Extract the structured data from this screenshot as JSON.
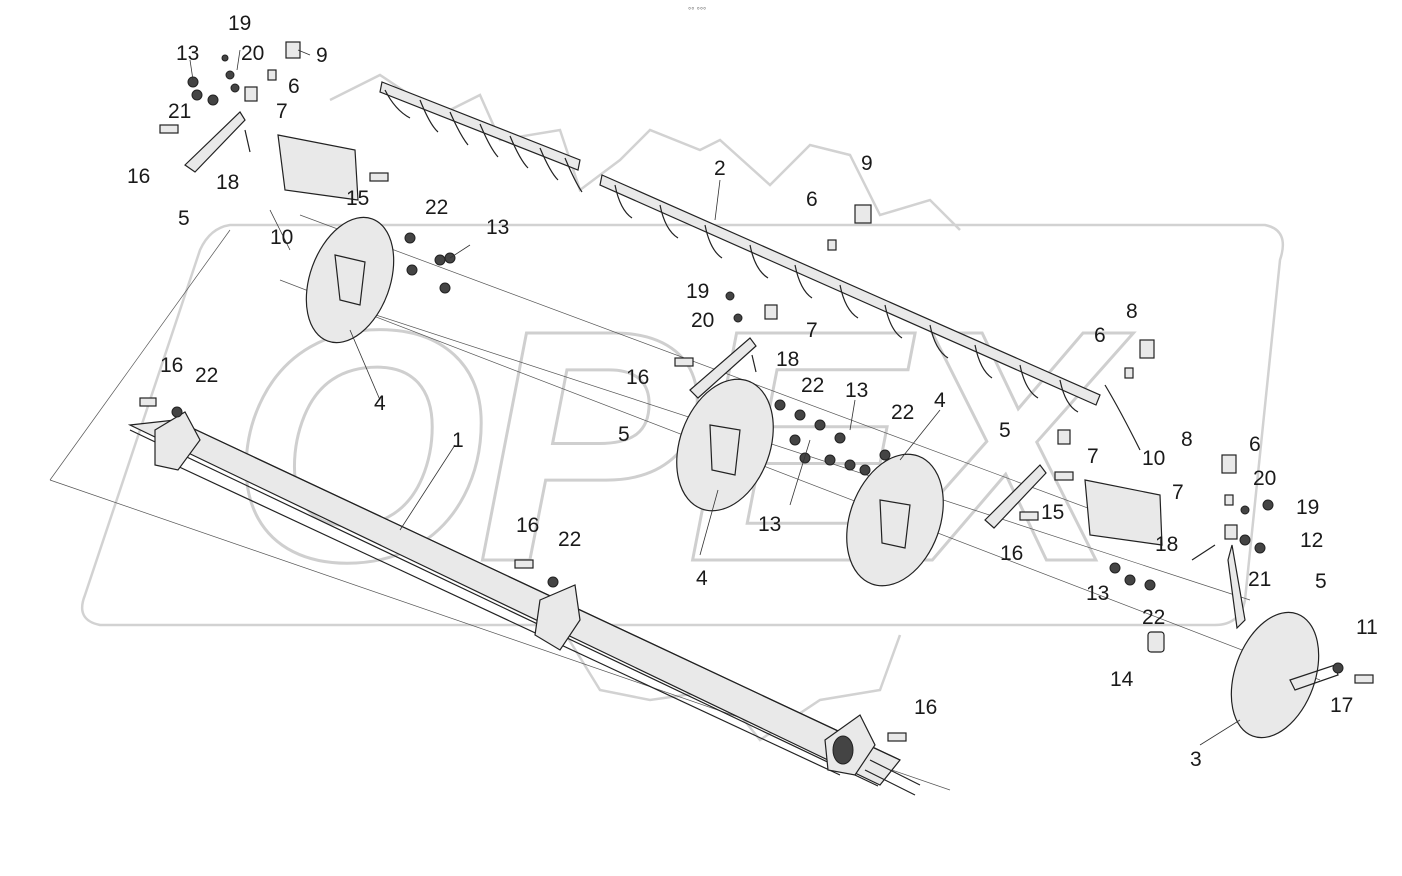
{
  "header_mark": "°° °°°",
  "watermark": "OPEX",
  "callouts": [
    {
      "id": "c1",
      "text": "19"
    },
    {
      "id": "c2",
      "text": "13"
    },
    {
      "id": "c3",
      "text": "20"
    },
    {
      "id": "c4",
      "text": "9"
    },
    {
      "id": "c5",
      "text": "6"
    },
    {
      "id": "c6",
      "text": "21"
    },
    {
      "id": "c7",
      "text": "7"
    },
    {
      "id": "c8",
      "text": "16"
    },
    {
      "id": "c9",
      "text": "18"
    },
    {
      "id": "c10",
      "text": "5"
    },
    {
      "id": "c11",
      "text": "15"
    },
    {
      "id": "c12",
      "text": "10"
    },
    {
      "id": "c13",
      "text": "22"
    },
    {
      "id": "c14",
      "text": "13"
    },
    {
      "id": "c15",
      "text": "2"
    },
    {
      "id": "c16",
      "text": "9"
    },
    {
      "id": "c17",
      "text": "6"
    },
    {
      "id": "c18",
      "text": "4"
    },
    {
      "id": "c19",
      "text": "16"
    },
    {
      "id": "c20",
      "text": "22"
    },
    {
      "id": "c21",
      "text": "1"
    },
    {
      "id": "c22",
      "text": "19"
    },
    {
      "id": "c23",
      "text": "20"
    },
    {
      "id": "c24",
      "text": "7"
    },
    {
      "id": "c25",
      "text": "18"
    },
    {
      "id": "c26",
      "text": "16"
    },
    {
      "id": "c27",
      "text": "5"
    },
    {
      "id": "c28",
      "text": "22"
    },
    {
      "id": "c29",
      "text": "13"
    },
    {
      "id": "c30",
      "text": "22"
    },
    {
      "id": "c31",
      "text": "4"
    },
    {
      "id": "c32",
      "text": "8"
    },
    {
      "id": "c33",
      "text": "6"
    },
    {
      "id": "c34",
      "text": "5"
    },
    {
      "id": "c35",
      "text": "7"
    },
    {
      "id": "c36",
      "text": "10"
    },
    {
      "id": "c37",
      "text": "13"
    },
    {
      "id": "c38",
      "text": "4"
    },
    {
      "id": "c39",
      "text": "16"
    },
    {
      "id": "c40",
      "text": "22"
    },
    {
      "id": "c41",
      "text": "15"
    },
    {
      "id": "c42",
      "text": "16"
    },
    {
      "id": "c43",
      "text": "8"
    },
    {
      "id": "c44",
      "text": "6"
    },
    {
      "id": "c45",
      "text": "7"
    },
    {
      "id": "c46",
      "text": "20"
    },
    {
      "id": "c47",
      "text": "19"
    },
    {
      "id": "c48",
      "text": "18"
    },
    {
      "id": "c49",
      "text": "12"
    },
    {
      "id": "c50",
      "text": "21"
    },
    {
      "id": "c51",
      "text": "5"
    },
    {
      "id": "c52",
      "text": "13"
    },
    {
      "id": "c53",
      "text": "22"
    },
    {
      "id": "c54",
      "text": "14"
    },
    {
      "id": "c55",
      "text": "11"
    },
    {
      "id": "c56",
      "text": "17"
    },
    {
      "id": "c57",
      "text": "3"
    },
    {
      "id": "c58",
      "text": "16"
    }
  ]
}
